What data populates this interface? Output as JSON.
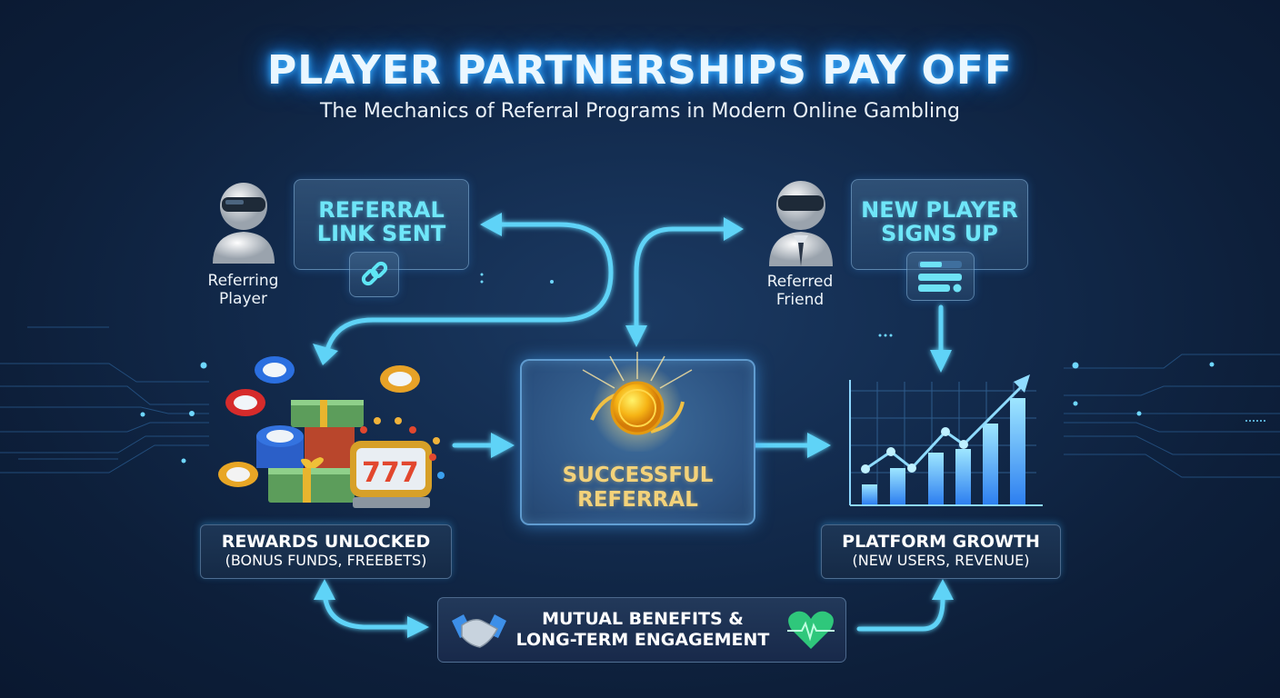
{
  "header": {
    "title": "PLAYER PARTNERSHIPS PAY OFF",
    "subtitle": "The Mechanics of Referral Programs in Modern Online Gambling"
  },
  "actors": {
    "referring_player": {
      "line1": "Referring",
      "line2": "Player",
      "icon": "avatar-icon"
    },
    "referred_friend": {
      "line1": "Referred",
      "line2": "Friend",
      "icon": "avatar-tie-icon"
    }
  },
  "steps": {
    "referral_link": {
      "line1": "REFERRAL",
      "line2": "LINK SENT",
      "icon": "link-icon"
    },
    "new_player": {
      "line1": "NEW PLAYER",
      "line2": "SIGNS UP",
      "icon": "signup-form-icon"
    },
    "success": {
      "line1": "SUCCESSFUL",
      "line2": "REFERRAL",
      "icon": "gold-coin-icon"
    },
    "rewards": {
      "line1": "REWARDS UNLOCKED",
      "line2": "(BONUS FUNDS, FREEBETS)",
      "icon": "casino-rewards-icon"
    },
    "growth": {
      "line1": "PLATFORM GROWTH",
      "line2": "(NEW USERS, REVENUE)",
      "icon": "growth-chart-icon"
    },
    "mutual": {
      "line1": "MUTUAL BENEFITS &",
      "line2": "LONG-TERM ENGAGEMENT",
      "icon_left": "handshake-icon",
      "icon_right": "heart-pulse-icon"
    }
  },
  "growth_chart": {
    "bars": [
      0.16,
      0.33,
      0.47,
      0.5,
      0.7,
      0.88
    ],
    "line_points": [
      0.28,
      0.49,
      0.36,
      0.65,
      0.56,
      0.97
    ]
  },
  "colors": {
    "bg": "#132c4f",
    "accent_cyan": "#5fd3f7",
    "gold": "#f3d27a",
    "title_glow": "#3fb4ff"
  }
}
